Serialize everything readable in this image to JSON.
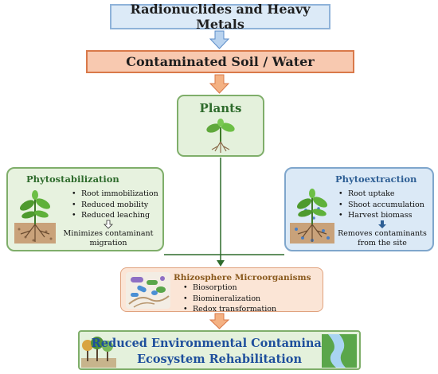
{
  "top": {
    "label": "Radionuclides and Heavy Metals"
  },
  "contaminated": {
    "label": "Contaminated Soil / Water"
  },
  "plants": {
    "title": "Plants",
    "icon": "seedling-icon"
  },
  "phytostabilization": {
    "title": "Phytostabilization",
    "items": [
      "Root immobilization",
      "Reduced mobility",
      "Reduced leaching"
    ],
    "outcome_line1": "Minimizes contaminant",
    "outcome_line2": "migration",
    "icon": "plant-roots-icon"
  },
  "phytoextraction": {
    "title": "Phytoextraction",
    "items": [
      "Root uptake",
      "Shoot accumulation",
      "Harvest biomass"
    ],
    "outcome_line1": "Removes contaminants",
    "outcome_line2": "from the site",
    "icon": "plant-uptake-icon"
  },
  "rhizosphere": {
    "title": "Rhizosphere Microorganisms",
    "items": [
      "Biosorption",
      "Biomineralization",
      "Redox transformation"
    ],
    "icon": "microbes-icon"
  },
  "result": {
    "line1": "Reduced Environmental Contamination",
    "line2": "Ecosystem Rehabilitation",
    "left_icon": "trees-icon",
    "right_icon": "river-landscape-icon"
  },
  "colors": {
    "blue_arrow": "#8db4e2",
    "orange_arrow": "#f4b183",
    "green_border": "#7fae6a",
    "connector": "#2e6b2c",
    "title_blue": "#1e4f9c"
  }
}
